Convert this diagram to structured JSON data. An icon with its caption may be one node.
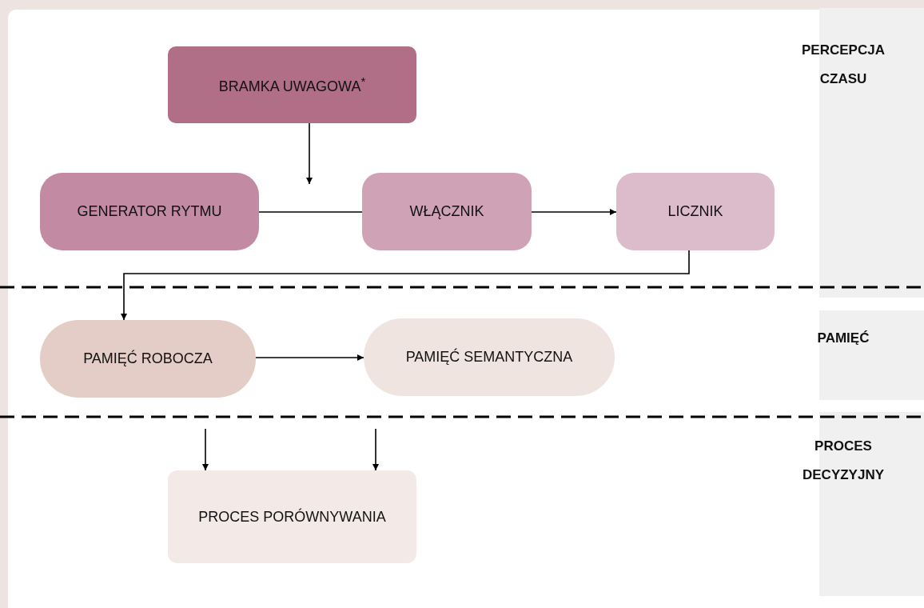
{
  "diagram": {
    "nodes": [
      {
        "text": [
          "BRAMKA UWAGOWA$^{*}$"
        ]
      },
      {
        "text": [
          "GENERATOR RYTMU"
        ]
      },
      {
        "text": [
          "WŁĄCZNIK"
        ]
      },
      {
        "text": [
          "LICZNIK"
        ]
      },
      {
        "text": [
          "PAMIĘĆ ROBOCZA"
        ]
      },
      {
        "text": [
          "PAMIĘĆ SEMANTYCZNA"
        ]
      },
      {
        "text": [
          "PROCES PORÓWNYWANIA"
        ]
      }
    ],
    "edges": [
      {
        "from": 0,
        "to": null,
        "arrow": "to"
      },
      {
        "from": 1,
        "to": 2,
        "arrow": "none"
      },
      {
        "from": 2,
        "to": 3,
        "arrow": "to"
      },
      {
        "from": 3,
        "to": 4,
        "arrow": "to"
      },
      {
        "from": 4,
        "to": 5,
        "arrow": "to"
      },
      {
        "from": null,
        "to": 6,
        "arrow": "to"
      },
      {
        "from": null,
        "to": 6,
        "arrow": "to"
      }
    ],
    "labels": [
      "PERCEPCJA CZASU",
      "PAMIĘĆ",
      "PROCES DECYZYJNY"
    ]
  }
}
